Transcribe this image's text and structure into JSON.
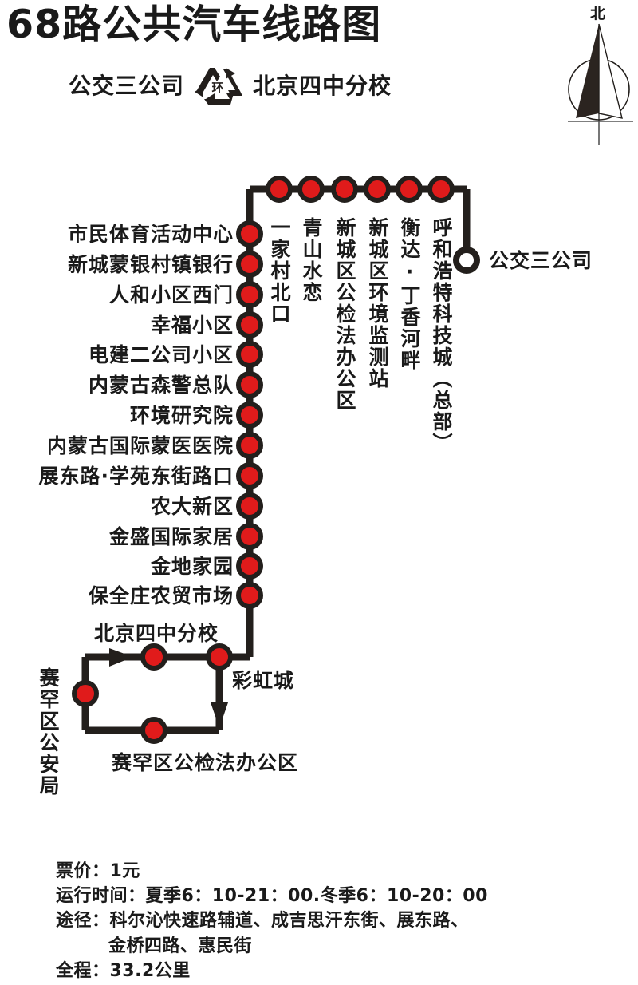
{
  "header": {
    "title": "68路公共汽车线路图",
    "terminal_left": "公交三公司",
    "terminal_right": "北京四中分校",
    "loop_symbol_text": "环",
    "compass_label": "北"
  },
  "route": {
    "terminus_open_label": "公交三公司",
    "top_stations": [
      "一家村北口",
      "青山水恋",
      "新城区公检法办公区",
      "新城区环境监测站",
      "衡达·丁香河畔",
      "呼和浩特科技城（总部）"
    ],
    "left_stations": [
      "市民体育活动中心",
      "新城蒙银村镇银行",
      "人和小区西门",
      "幸福小区",
      "电建二公司小区",
      "内蒙古森警总队",
      "环境研究院",
      "内蒙古国际蒙医医院",
      "展东路·学苑东街路口",
      "农大新区",
      "金盛国际家居",
      "金地家园",
      "保全庄农贸市场"
    ],
    "loop_stations": {
      "top_middle": "北京四中分校",
      "corner": "彩虹城",
      "left_middle": "赛罕区公安局",
      "bottom_middle": "赛罕区公检法办公区"
    }
  },
  "footer": {
    "fare": "票价：1元",
    "hours": "运行时间：夏季6：10-21：00.冬季6：10-20：00",
    "via_line1": "途径：科尔沁快速路辅道、成吉思汗东街、展东路、",
    "via_line2": "金桥四路、惠民街",
    "distance": "全程：33.2公里"
  },
  "colors": {
    "station_fill": "#e01b1b",
    "line": "#231f1c",
    "text": "#1a1a1a"
  }
}
